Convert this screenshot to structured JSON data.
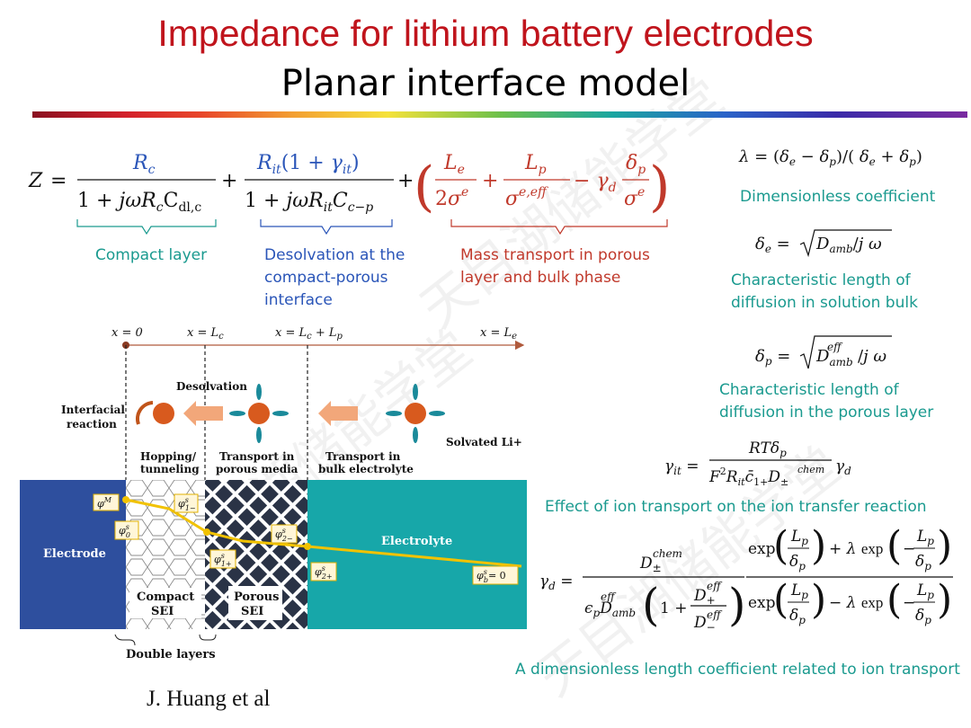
{
  "title": "Impedance for lithium battery electrodes",
  "subtitle": "Planar interface model",
  "labels": {
    "compact_layer": "Compact layer",
    "desolvation": "Desolvation at the compact-porous interface",
    "mass_transport": "Mass transport in porous layer and bulk phase",
    "dimensionless": "Dimensionless coefficient",
    "char_bulk": "Characteristic length of diffusion in solution bulk",
    "char_porous": "Characteristic length of diffusion in the porous layer",
    "effect": "Effect of ion transport on the ion transfer reaction",
    "length_coeff": "A dimensionless length coefficient related to ion transport"
  },
  "diagram": {
    "x0": "x = 0",
    "xLc": "x = L",
    "xLcLp": "x = L",
    "xLe": "x = L",
    "interfacial": "Interfacial reaction",
    "desolvation": "Desolvation",
    "solvated": "Solvated Li+",
    "hopping": "Hopping/ tunneling",
    "porous_media": "Transport in porous media",
    "bulk_electrolyte": "Transport in bulk electrolyte",
    "electrode": "Electrode",
    "electrolyte": "Electrolyte",
    "compact_sei": "Compact SEI",
    "porous_sei": "Porous SEI",
    "double_layers": "Double layers",
    "phiM": "φ",
    "phi_b_eq": "= 0",
    "colors": {
      "electrode": "#2e4f9e",
      "electrolyte": "#17a7a9",
      "ion": "#d85a1e",
      "arrow": "#f2a77a",
      "line": "#f1c200"
    }
  },
  "author": "J. Huang et al"
}
